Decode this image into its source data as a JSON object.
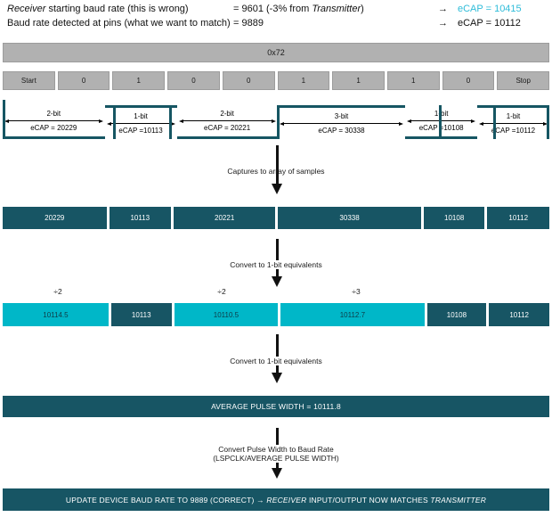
{
  "colors": {
    "teal_dark": "#175564",
    "cyan_bright": "#00b7c8",
    "cyan_header_text": "#2fbcd9",
    "gray_bar": "#b1b1b1"
  },
  "header": {
    "row1": {
      "name_italic": "Receiver",
      "name_rest": " starting baud rate (this is wrong)",
      "value_pre": "= 9601 (-3% from ",
      "value_italic": "Transmitter",
      "value_post": ")",
      "arrow": "→",
      "ecap": "eCAP = 10415"
    },
    "row2": {
      "name_italic": "",
      "name_rest": "Baud rate detected at pins (what we want to match)",
      "value_pre": "= 9889",
      "value_italic": "",
      "value_post": "",
      "arrow": "→",
      "ecap": "eCAP = 10112"
    }
  },
  "byte_bar": {
    "label": "0x72"
  },
  "bit_bar": {
    "cells": [
      "Start",
      "0",
      "1",
      "0",
      "0",
      "1",
      "1",
      "1",
      "0",
      "Stop"
    ]
  },
  "waveform": {
    "segments": [
      {
        "level": "low",
        "bits": "2-bit",
        "ecap": "eCAP = 20229"
      },
      {
        "level": "high",
        "bits": "1-bit",
        "ecap": "eCAP =10113"
      },
      {
        "level": "low",
        "bits": "2-bit",
        "ecap": "eCAP = 20221"
      },
      {
        "level": "high",
        "bits": "3-bit",
        "ecap": "eCAP = 30338"
      },
      {
        "level": "low",
        "bits": "1-bit",
        "ecap": "eCAP =10108"
      },
      {
        "level": "high",
        "bits": "1-bit",
        "ecap": "eCAP =10112"
      }
    ]
  },
  "flow": {
    "arrow1": "Captures to array of samples",
    "arrow2": "Convert to 1-bit equivalents",
    "arrow3": "Convert to 1-bit equivalents",
    "arrow4_line1": "Convert Pulse Width to Baud Rate",
    "arrow4_line2": "(LSPCLK/AVERAGE PULSE WIDTH)"
  },
  "samples_bar": {
    "cells": [
      "20229",
      "10113",
      "20221",
      "30338",
      "10108",
      "10112"
    ]
  },
  "divisors": {
    "d1": "÷2",
    "d2": "÷2",
    "d3": "÷3"
  },
  "converted_bar": {
    "cells": [
      {
        "value": "10114.5",
        "variant": "bright"
      },
      {
        "value": "10113",
        "variant": "dark"
      },
      {
        "value": "10110.5",
        "variant": "bright"
      },
      {
        "value": "10112.7",
        "variant": "bright"
      },
      {
        "value": "10108",
        "variant": "dark"
      },
      {
        "value": "10112",
        "variant": "dark"
      }
    ]
  },
  "average_bar": {
    "label": "AVERAGE PULSE WIDTH = 10111.8"
  },
  "final_bar": {
    "part1": "UPDATE DEVICE BAUD RATE TO 9889 (CORRECT) → ",
    "italic1": "RECEIVER",
    "part2": " INPUT/OUTPUT NOW MATCHES ",
    "italic2": "TRANSMITTER"
  }
}
